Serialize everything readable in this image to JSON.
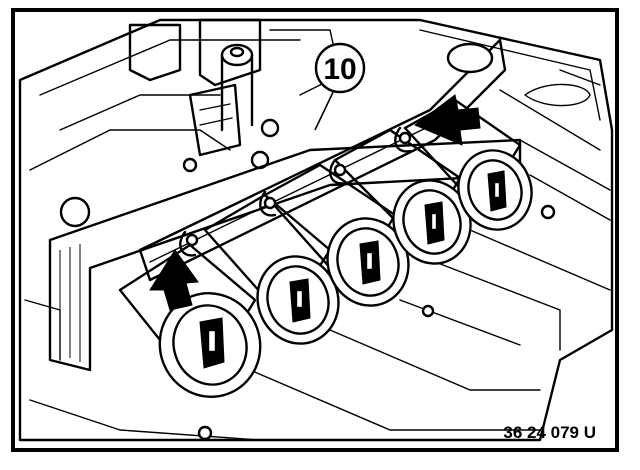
{
  "diagram": {
    "callout_number": "10",
    "reference_code": "36 24 079 U",
    "solenoid_count": 5,
    "arrow_count": 2,
    "colors": {
      "ink": "#000000",
      "paper": "#ffffff"
    }
  }
}
